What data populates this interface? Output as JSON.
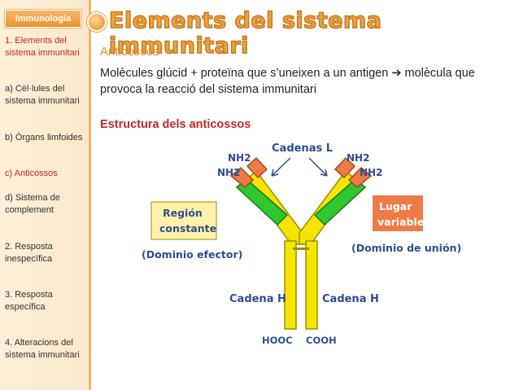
{
  "sidebar": {
    "tag": "Immunologia",
    "items": [
      {
        "label": "1. Elements del sistema immunitari"
      },
      {
        "label": "a) Cèl·lules del sistema immunitari"
      },
      {
        "label": "b) Òrgans limfoides"
      },
      {
        "label": "c) Anticossos"
      },
      {
        "label": "d) Sistema de complement"
      },
      {
        "label": "2. Resposta inespecífica"
      },
      {
        "label": "3. Resposta específica"
      },
      {
        "label": "4. Alteracions del sistema immunitari"
      }
    ]
  },
  "main": {
    "title": "Elements del sistema immunitari",
    "subhead": "Anticossos",
    "description": "Molècules glúcid + proteïna que s’uneixen a un antigen ➔ molècula que provoca la reacció del sistema immunitari",
    "structure_heading": "Estructura dels anticossos"
  },
  "diagram": {
    "nh2_left_outer": "NH2",
    "nh2_left_inner": "NH2",
    "nh2_right_outer": "NH2",
    "nh2_right_inner": "NH2",
    "light_chains": "Cadenas L",
    "region_line1": "Región",
    "region_line2": "constante",
    "effector": "(Dominio efector)",
    "place_line1": "Lugar",
    "place_line2": "variable",
    "binding": "(Dominio de unión)",
    "heavy_left": "Cadena H",
    "heavy_right": "Cadena H",
    "hooc": "HOOC",
    "cooh": "COOH"
  },
  "colors": {
    "accent": "#f0a23a",
    "red": "#c0282b",
    "heavy_chain": "#f5e400",
    "light_chain": "#2ec72e",
    "variable": "#ee7a45",
    "label_blue": "#2e4d8f"
  }
}
